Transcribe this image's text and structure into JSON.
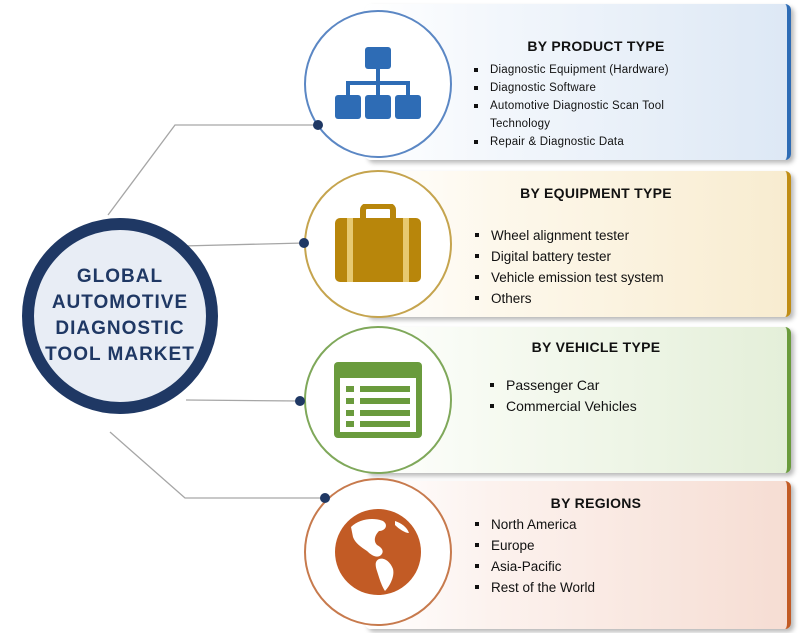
{
  "hub": {
    "title": "GLOBAL\nAUTOMOTIVE\nDIAGNOSTIC\nTOOL MARKET"
  },
  "segments": [
    {
      "title": "BY PRODUCT TYPE",
      "icon": "hierarchy-icon",
      "color": "#2e6cb5",
      "items": [
        "Diagnostic Equipment (Hardware)",
        "Diagnostic Software",
        "Automotive Diagnostic Scan Tool Technology",
        "Repair & Diagnostic Data"
      ]
    },
    {
      "title": "BY EQUIPMENT TYPE",
      "icon": "briefcase-icon",
      "color": "#c08d15",
      "items": [
        "Wheel alignment tester",
        "Digital battery tester",
        "Vehicle emission test system",
        "Others"
      ]
    },
    {
      "title": "BY VEHICLE TYPE",
      "icon": "list-window-icon",
      "color": "#6a9b3d",
      "items": [
        "Passenger Car",
        "Commercial Vehicles"
      ]
    },
    {
      "title": "BY REGIONS",
      "icon": "globe-icon",
      "color": "#c25b25",
      "items": [
        "North America",
        "Europe",
        "Asia-Pacific",
        "Rest of the World"
      ]
    }
  ]
}
